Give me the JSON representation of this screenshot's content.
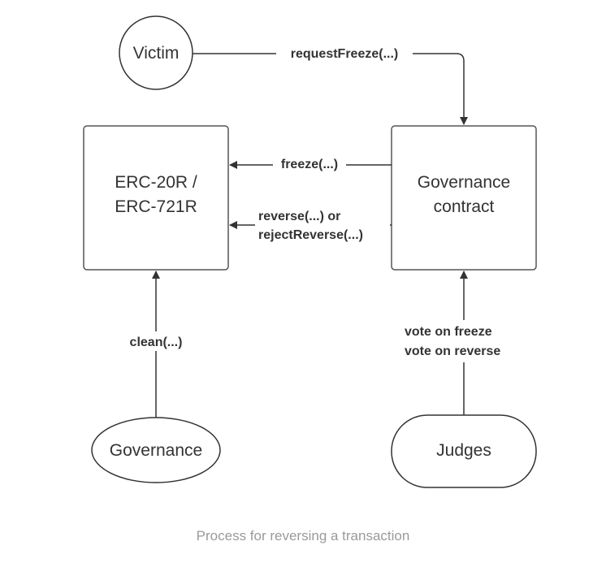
{
  "nodes": {
    "victim": "Victim",
    "erc_line1": "ERC-20R /",
    "erc_line2": "ERC-721R",
    "gov_contract_line1": "Governance",
    "gov_contract_line2": "contract",
    "governance": "Governance",
    "judges": "Judges"
  },
  "edges": {
    "request_freeze": "requestFreeze(...)",
    "freeze": "freeze(...)",
    "reverse_line1": "reverse(...) or",
    "reverse_line2": "rejectReverse(...)",
    "clean": "clean(...)",
    "vote_line1": "vote on freeze",
    "vote_line2": "vote on reverse"
  },
  "caption": "Process for reversing a transaction"
}
